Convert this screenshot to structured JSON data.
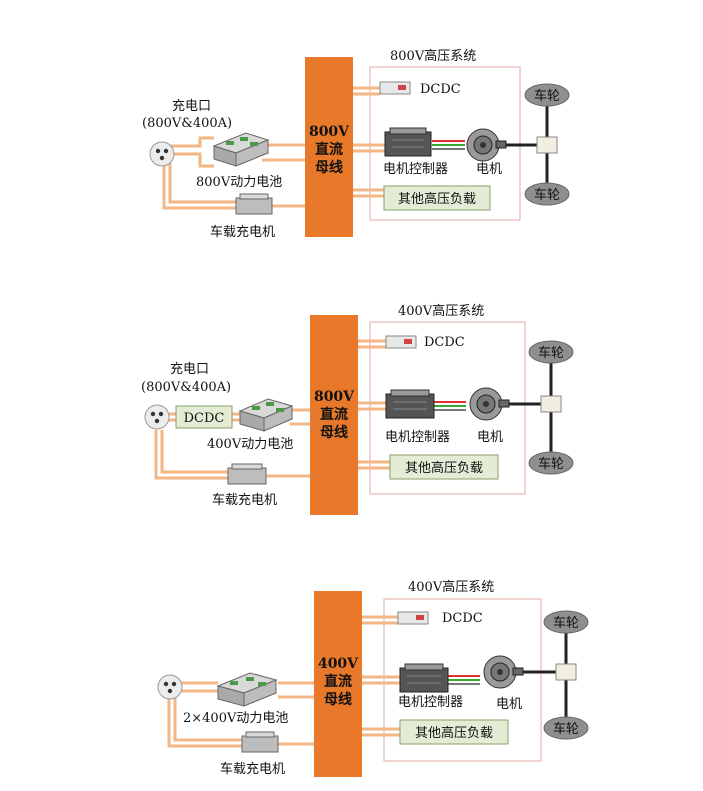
{
  "colors": {
    "bus": "#e8782a",
    "wire": "#f2b785",
    "system_box": "#e7b8b8",
    "load_box_fill": "#e4ecd6",
    "load_box_stroke": "#8aa16a",
    "wheel_fill": "#8f8f8f",
    "axle": "#222222"
  },
  "diagrams": [
    {
      "system_title": "800V高压系统",
      "charge_port": "充电口",
      "charge_spec": "(800V&400A)",
      "battery": "800V动力电池",
      "onboard_charger": "车载充电机",
      "bus_lines": [
        "800V",
        "直流",
        "母线"
      ],
      "dcdc": "DCDC",
      "motor_controller": "电机控制器",
      "motor": "电机",
      "other_loads": "其他高压负载",
      "wheel_top": "车轮",
      "wheel_bottom": "车轮"
    },
    {
      "system_title": "400V高压系统",
      "charge_port": "充电口",
      "charge_spec": "(800V&400A)",
      "inline_dcdc": "DCDC",
      "battery": "400V动力电池",
      "onboard_charger": "车载充电机",
      "bus_lines": [
        "800V",
        "直流",
        "母线"
      ],
      "dcdc": "DCDC",
      "motor_controller": "电机控制器",
      "motor": "电机",
      "other_loads": "其他高压负载",
      "wheel_top": "车轮",
      "wheel_bottom": "车轮"
    },
    {
      "system_title": "400V高压系统",
      "battery": "2×400V动力电池",
      "onboard_charger": "车载充电机",
      "bus_lines": [
        "400V",
        "直流",
        "母线"
      ],
      "dcdc": "DCDC",
      "motor_controller": "电机控制器",
      "motor": "电机",
      "other_loads": "其他高压负载",
      "wheel_top": "车轮",
      "wheel_bottom": "车轮"
    }
  ]
}
